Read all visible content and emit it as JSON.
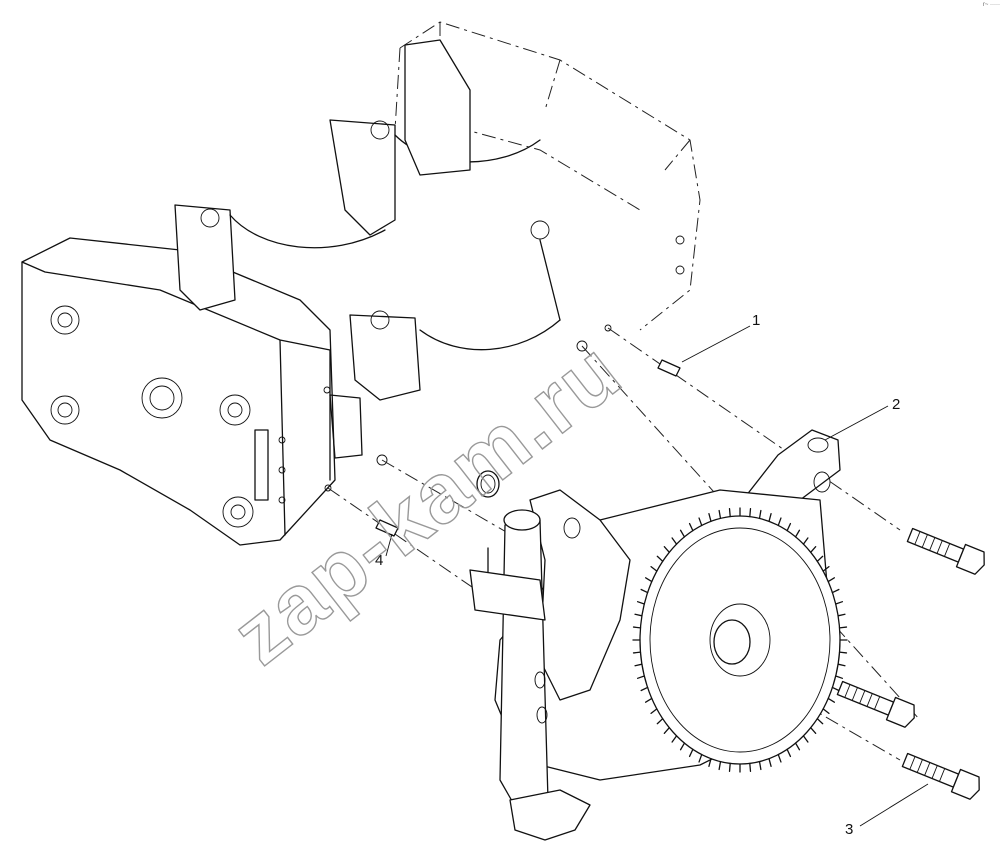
{
  "watermark": "zap-kam.ru",
  "callouts": [
    {
      "id": "1",
      "label": "1"
    },
    {
      "id": "2",
      "label": "2"
    },
    {
      "id": "3",
      "label": "3"
    },
    {
      "id": "4",
      "label": "4"
    }
  ],
  "corner_mark": "r~ ·····",
  "icons": [
    "engine-block-drawing",
    "oil-pump-drawing",
    "bolt-drawing",
    "dowel-pin-drawing",
    "o-ring-drawing"
  ]
}
